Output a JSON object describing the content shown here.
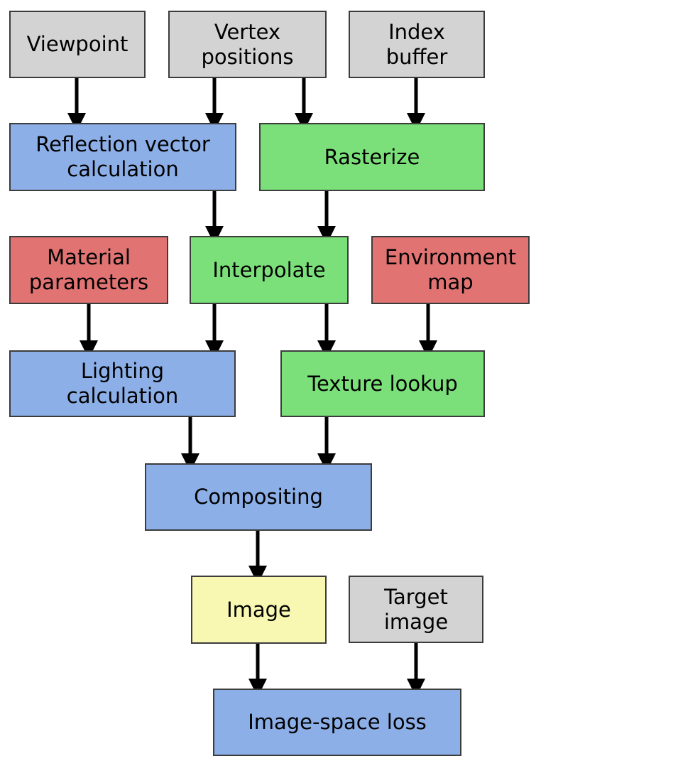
{
  "diagram": {
    "background_color": "#ffffff",
    "arrow_color": "#000000",
    "node_border_color": "#3c3c3c",
    "palette": {
      "input_gray": "#d3d3d3",
      "computation_blue": "#8cafe8",
      "rasterizer_green": "#7ce07a",
      "parameter_red": "#e17373",
      "result_yellow": "#f8f8b2"
    },
    "nodes": {
      "viewpoint": {
        "label": "Viewpoint",
        "color": "#d3d3d3"
      },
      "vertex_positions": {
        "label": "Vertex\npositions",
        "color": "#d3d3d3"
      },
      "index_buffer": {
        "label": "Index\nbuffer",
        "color": "#d3d3d3"
      },
      "reflection_vector_calculation": {
        "label": "Reflection vector\ncalculation",
        "color": "#8cafe8"
      },
      "rasterize": {
        "label": "Rasterize",
        "color": "#7ce07a"
      },
      "material_parameters": {
        "label": "Material\nparameters",
        "color": "#e17373"
      },
      "interpolate": {
        "label": "Interpolate",
        "color": "#7ce07a"
      },
      "environment_map": {
        "label": "Environment\nmap",
        "color": "#e17373"
      },
      "lighting_calculation": {
        "label": "Lighting\ncalculation",
        "color": "#8cafe8"
      },
      "texture_lookup": {
        "label": "Texture lookup",
        "color": "#7ce07a"
      },
      "compositing": {
        "label": "Compositing",
        "color": "#8cafe8"
      },
      "image": {
        "label": "Image",
        "color": "#f8f8b2"
      },
      "target_image": {
        "label": "Target\nimage",
        "color": "#d3d3d3"
      },
      "image_space_loss": {
        "label": "Image-space loss",
        "color": "#8cafe8"
      }
    },
    "edges": [
      {
        "from": "viewpoint",
        "to": "reflection_vector_calculation"
      },
      {
        "from": "vertex_positions",
        "to": "reflection_vector_calculation"
      },
      {
        "from": "vertex_positions",
        "to": "rasterize"
      },
      {
        "from": "index_buffer",
        "to": "rasterize"
      },
      {
        "from": "reflection_vector_calculation",
        "to": "interpolate"
      },
      {
        "from": "rasterize",
        "to": "interpolate"
      },
      {
        "from": "material_parameters",
        "to": "lighting_calculation"
      },
      {
        "from": "interpolate",
        "to": "lighting_calculation"
      },
      {
        "from": "interpolate",
        "to": "texture_lookup"
      },
      {
        "from": "environment_map",
        "to": "texture_lookup"
      },
      {
        "from": "lighting_calculation",
        "to": "compositing"
      },
      {
        "from": "texture_lookup",
        "to": "compositing"
      },
      {
        "from": "compositing",
        "to": "image"
      },
      {
        "from": "image",
        "to": "image_space_loss"
      },
      {
        "from": "target_image",
        "to": "image_space_loss"
      }
    ]
  }
}
